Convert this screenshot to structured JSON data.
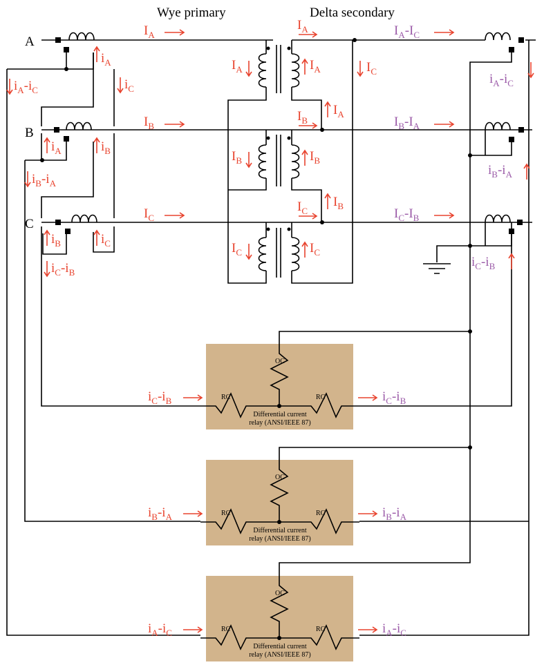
{
  "headers": {
    "primary": "Wye primary",
    "secondary": "Delta secondary"
  },
  "phases": [
    "A",
    "B",
    "C"
  ],
  "line_currents_primary": [
    {
      "main": "I",
      "sub": "A"
    },
    {
      "main": "I",
      "sub": "B"
    },
    {
      "main": "I",
      "sub": "C"
    }
  ],
  "line_currents_secondary": [
    {
      "a": "I",
      "as": "A",
      "b": "-I",
      "bs": "C"
    },
    {
      "a": "I",
      "as": "B",
      "b": "-I",
      "bs": "A"
    },
    {
      "a": "I",
      "as": "C",
      "b": "-I",
      "bs": "B"
    }
  ],
  "ct_primary_labels": [
    {
      "main": "i",
      "sub": "A"
    },
    {
      "main": "i",
      "sub": "C"
    },
    {
      "main": "i",
      "sub": "A"
    },
    {
      "main": "i",
      "sub": "B"
    },
    {
      "main": "i",
      "sub": "B"
    },
    {
      "main": "i",
      "sub": "C"
    }
  ],
  "diff_left_labels": [
    {
      "a": "i",
      "as": "A",
      "b": "-i",
      "bs": "C"
    },
    {
      "a": "i",
      "as": "B",
      "b": "-i",
      "bs": "A"
    },
    {
      "a": "i",
      "as": "C",
      "b": "-i",
      "bs": "B"
    }
  ],
  "relays": [
    {
      "oc": "OC",
      "rc_left": "RC",
      "rc_right": "RC",
      "line1": "Differential current",
      "line2": "relay (ANSI/IEEE 87)",
      "in": {
        "a": "i",
        "as": "C",
        "b": "-i",
        "bs": "B"
      },
      "out": {
        "a": "i",
        "as": "C",
        "b": "-i",
        "bs": "B"
      }
    },
    {
      "oc": "OC",
      "rc_left": "RC",
      "rc_right": "RC",
      "line1": "Differential current",
      "line2": "relay (ANSI/IEEE 87)",
      "in": {
        "a": "i",
        "as": "B",
        "b": "-i",
        "bs": "A"
      },
      "out": {
        "a": "i",
        "as": "B",
        "b": "-i",
        "bs": "A"
      }
    },
    {
      "oc": "OC",
      "rc_left": "RC",
      "rc_right": "RC",
      "line1": "Differential current",
      "line2": "relay (ANSI/IEEE 87)",
      "in": {
        "a": "i",
        "as": "A",
        "b": "-i",
        "bs": "C"
      },
      "out": {
        "a": "i",
        "as": "A",
        "b": "-i",
        "bs": "C"
      }
    }
  ],
  "colors": {
    "red": "#e8432e",
    "purple": "#9b5ba8",
    "relay": "#d2b48c",
    "wire": "#000000"
  }
}
